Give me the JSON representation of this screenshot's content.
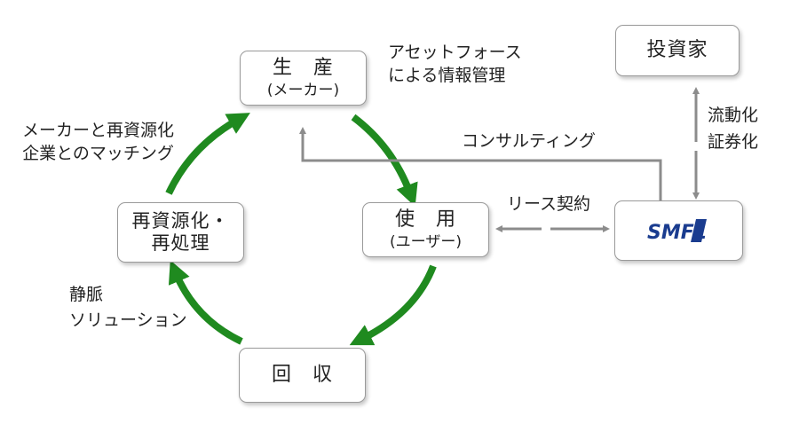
{
  "nodes": {
    "production": {
      "title": "生　産",
      "sub": "(メーカー)"
    },
    "use": {
      "title": "使　用",
      "sub": "(ユーザー)"
    },
    "collection": {
      "title": "回　収"
    },
    "recycling": {
      "line1": "再資源化・",
      "line2": "再処理"
    },
    "investor": {
      "title": "投資家"
    },
    "smfl": {
      "logo_text": "SMFL"
    }
  },
  "labels": {
    "asset_force": [
      "アセットフォース",
      "による情報管理"
    ],
    "consulting": "コンサルティング",
    "lease": "リース契約",
    "liquidation": [
      "流動化",
      "証券化"
    ],
    "matching": [
      "メーカーと再資源化",
      "企業とのマッチング"
    ],
    "venous": [
      "静脈",
      "ソリューション"
    ]
  },
  "colors": {
    "cycle_arrow": "#1f8a1f",
    "link_arrow": "#8c8c8c",
    "smfl_blue": "#1a3c8f"
  }
}
